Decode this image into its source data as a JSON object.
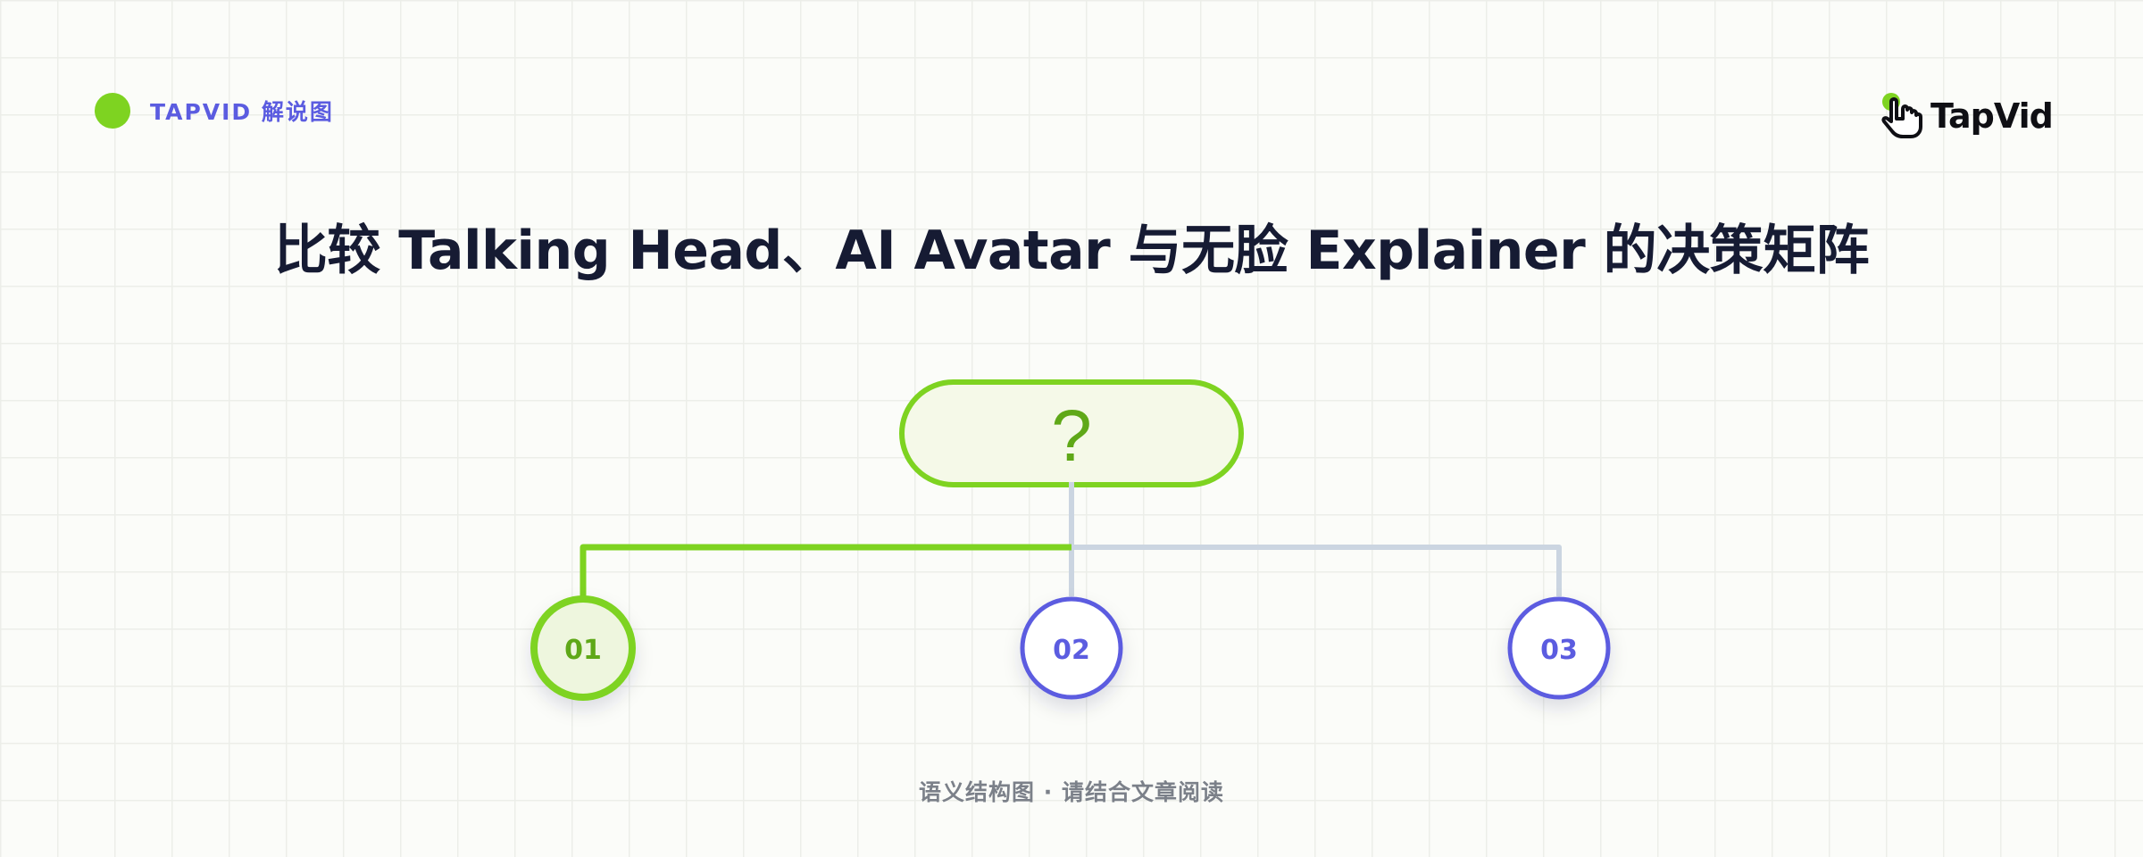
{
  "header": {
    "brand_label": "TAPVID 解说图",
    "logo_text": "TapVid"
  },
  "title": "比较 Talking Head、AI Avatar 与无脸 Explainer 的决策矩阵",
  "diagram": {
    "root_label": "?",
    "options": [
      {
        "label": "01",
        "state": "selected"
      },
      {
        "label": "02",
        "state": "default"
      },
      {
        "label": "03",
        "state": "default"
      }
    ]
  },
  "footer": "语义结构图 · 请结合文章阅读",
  "colors": {
    "accent_green": "#7ed321",
    "accent_green_dark": "#5fa818",
    "accent_purple": "#5b5ce0",
    "connector_gray": "#cbd5e1",
    "title_navy": "#161b33"
  }
}
